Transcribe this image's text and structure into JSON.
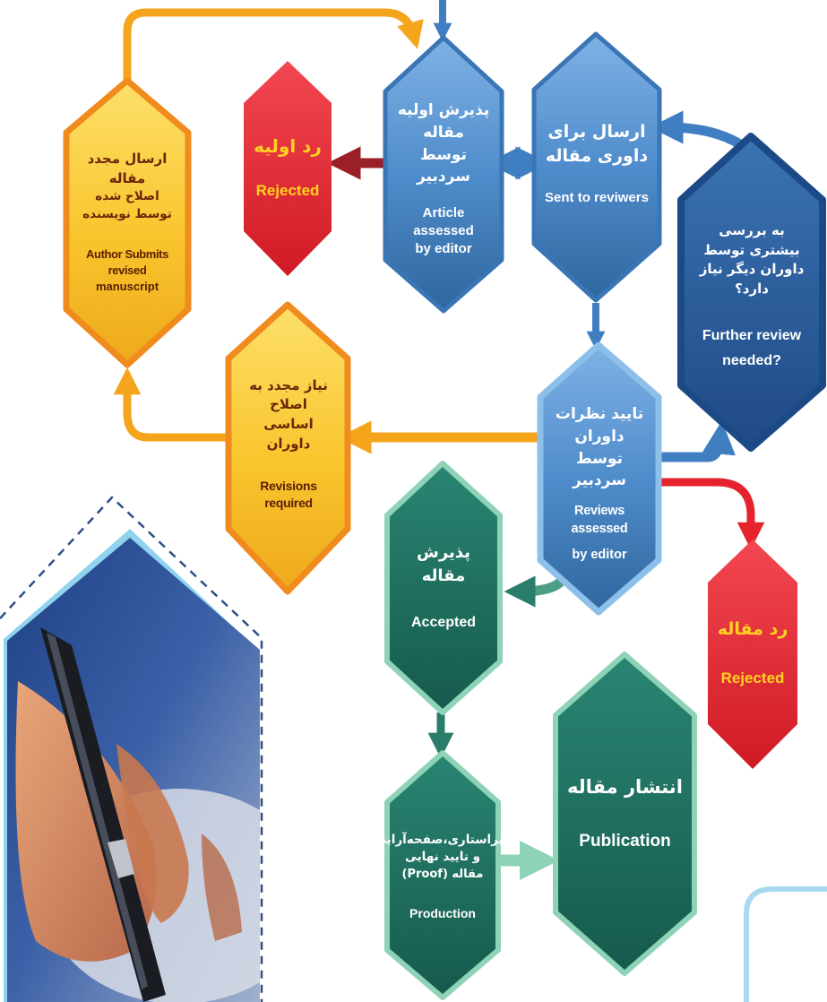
{
  "colors": {
    "blue": "#4f8ccb",
    "blue_dark": "#2c5c97",
    "orange": "#f5a51c",
    "yellow": "#f9c52d",
    "red": "#e4232f",
    "green": "#1e6b5d",
    "green_light": "#8fd3b6"
  },
  "nodes": {
    "article_assessed": {
      "fa_1": "پذیرش اولیه مقاله",
      "fa_2": "توسط سردبیر",
      "en_1": "Article assessed",
      "en_2": "by editor"
    },
    "sent_to_reviewers": {
      "fa_1": "ارسال برای",
      "fa_2": "داوری مقاله",
      "en": "Sent to reviwers"
    },
    "initial_reject": {
      "fa": "رد اولیه",
      "en": "Rejected"
    },
    "author_resubmits": {
      "fa_1": "ارسال مجدد مقاله",
      "fa_2": "اصلاح شده توسط نویسنده",
      "en_1": "Author Submits revised",
      "en_2": "manuscript"
    },
    "further_review": {
      "fa_1": "به بررسی بیشتری توسط",
      "fa_2": "داوران دیگر نیاز دارد؟",
      "en_1": "Further review",
      "en_2": "needed?"
    },
    "reviews_assessed": {
      "fa_1": "تایید نظرات داوران",
      "fa_2": "توسط سردبیر",
      "en_1": "Reviews assessed",
      "en_2": "by editor"
    },
    "revisions_required": {
      "fa_1": "نیاز مجدد به اصلاح",
      "fa_2": "اساسی داوران",
      "en": "Revisions required"
    },
    "accepted": {
      "fa": "پذیرش مقاله",
      "en": "Accepted"
    },
    "final_reject": {
      "fa": "رد مقاله",
      "en": "Rejected"
    },
    "production": {
      "fa_1": "ویراستاری،صفحه‌آرایی",
      "fa_2": "و تایید نهایی",
      "fa_3": "مقاله (Proof)",
      "en": "Production"
    },
    "publication": {
      "fa": "انتشار مقاله",
      "en": "Publication"
    }
  },
  "illustration": {
    "subject": "hand-writing-with-pen-photo"
  }
}
